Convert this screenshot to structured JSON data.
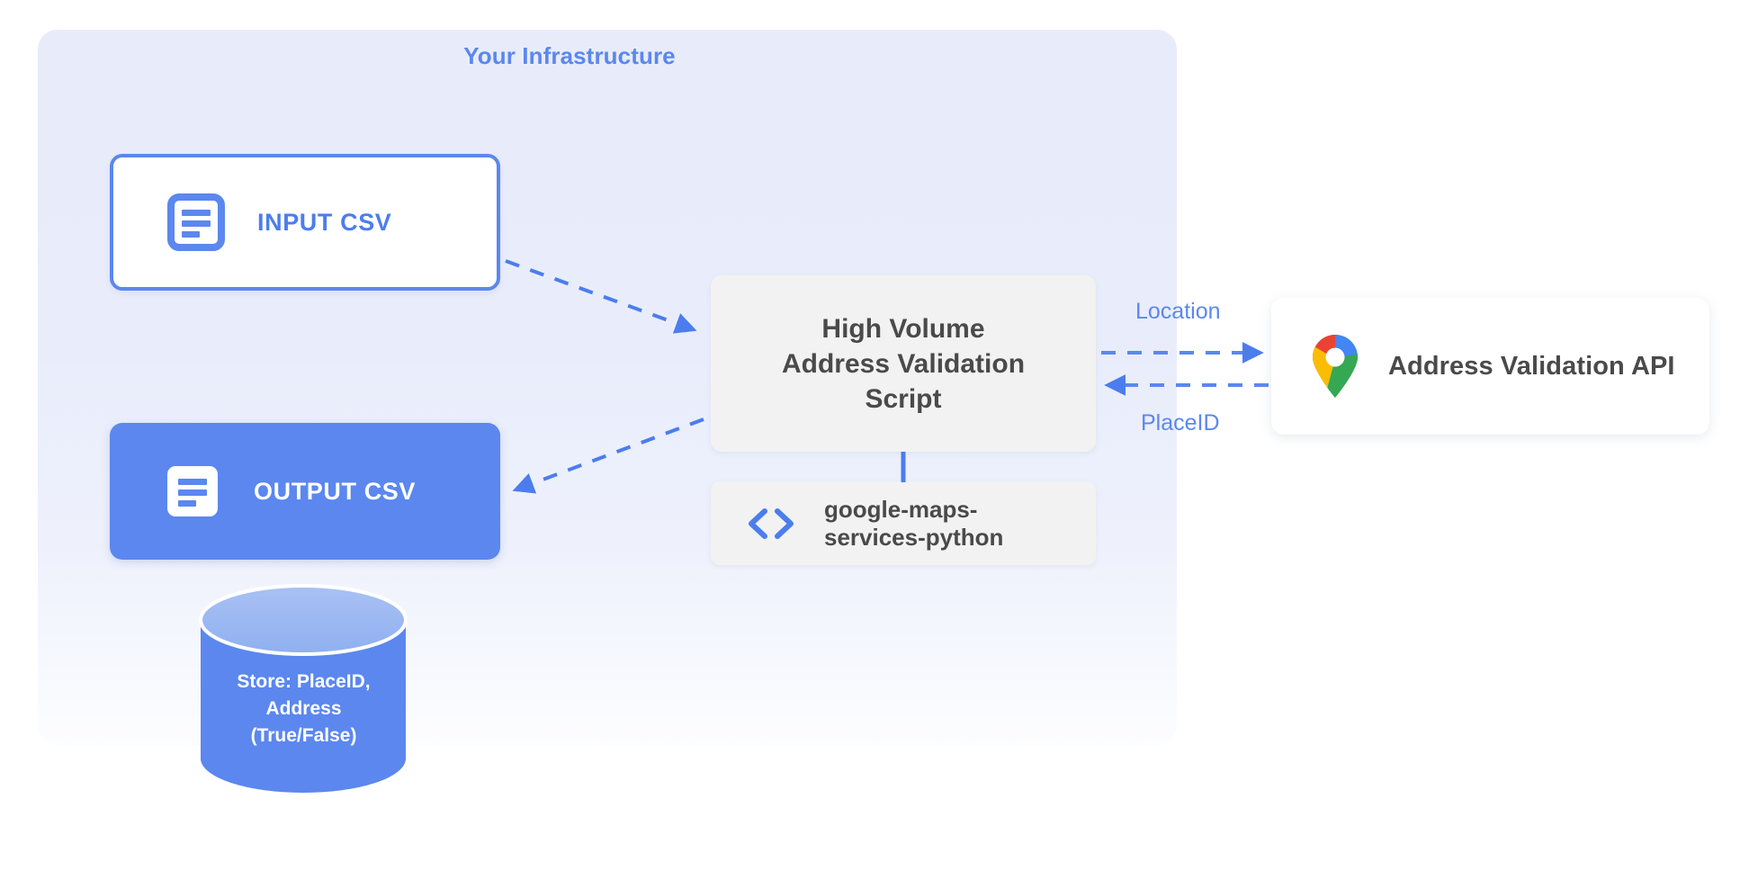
{
  "panel": {
    "title": "Your Infrastructure",
    "accent_color": "#5b87ef",
    "background_color": "#e8ecfa"
  },
  "nodes": {
    "input_csv": {
      "label": "INPUT CSV",
      "icon": "document-icon",
      "fill": "#ffffff",
      "border_color": "#5b87ef",
      "text_color": "#4c7ded"
    },
    "output_csv": {
      "label": "OUTPUT CSV",
      "icon": "document-icon",
      "fill": "#5b87ef",
      "text_color": "#ffffff"
    },
    "script": {
      "label": "High Volume\nAddress Validation\nScript",
      "fill": "#f2f2f2",
      "text_color": "#4a4a4a"
    },
    "library": {
      "label": "google-maps-\nservices-python",
      "icon": "code-brackets-icon",
      "fill": "#f2f2f2",
      "text_color": "#4a4a4a"
    },
    "api": {
      "label": "Address Validation API",
      "icon": "google-maps-pin-icon",
      "fill": "#ffffff",
      "text_color": "#4a4a4a"
    },
    "datastore": {
      "label": "Store: PlaceID,\nAddress\n(True/False)",
      "icon": "database-cylinder-icon",
      "fill": "#5b87ef",
      "top_fill": "#9ab7f2",
      "text_color": "#ffffff"
    }
  },
  "edges": [
    {
      "name": "input-to-script",
      "label": "",
      "style": "dashed",
      "direction": "right",
      "color": "#4c7ded"
    },
    {
      "name": "script-to-output",
      "label": "",
      "style": "dashed",
      "direction": "left",
      "color": "#4c7ded"
    },
    {
      "name": "script-to-api",
      "label": "Location",
      "style": "dashed",
      "direction": "right",
      "color": "#5b87ef"
    },
    {
      "name": "api-to-script",
      "label": "PlaceID",
      "style": "dashed",
      "direction": "left",
      "color": "#5b87ef"
    },
    {
      "name": "script-to-library",
      "label": "",
      "style": "solid",
      "direction": "none",
      "color": "#4c7ded"
    }
  ]
}
